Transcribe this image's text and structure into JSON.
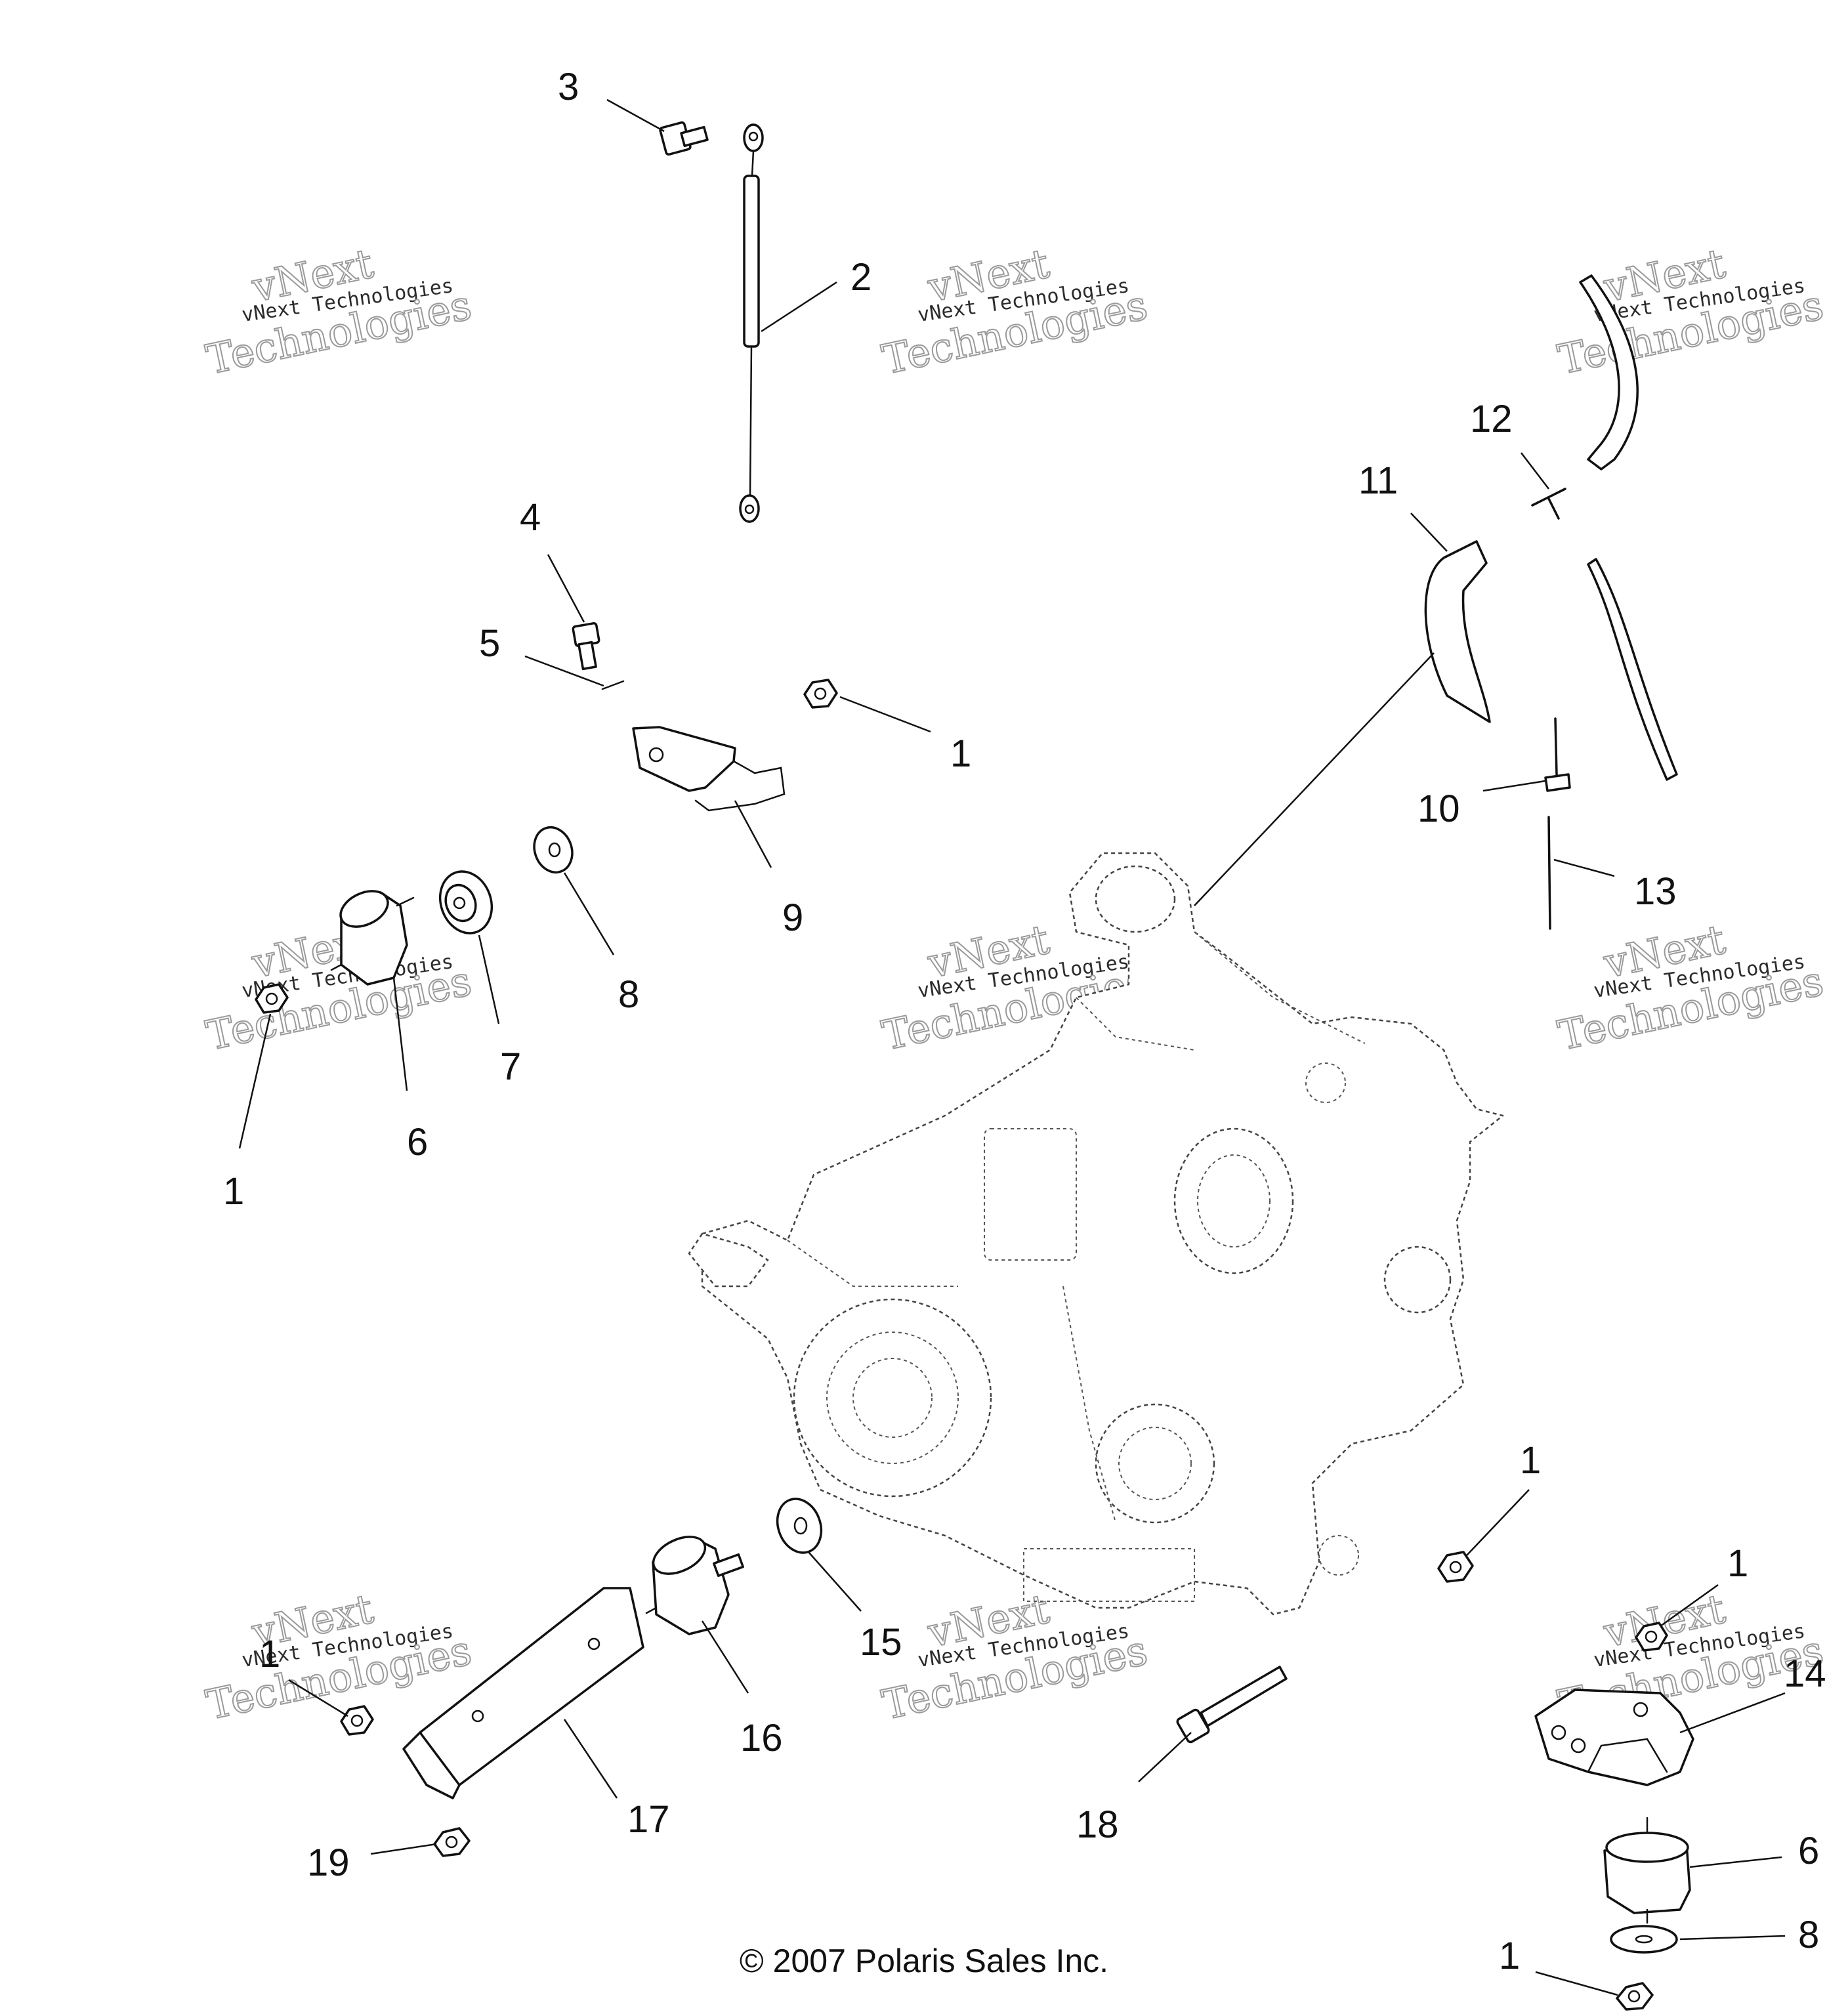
{
  "callouts": [
    {
      "id": "c3",
      "text": "3"
    },
    {
      "id": "c2",
      "text": "2"
    },
    {
      "id": "c4",
      "text": "4"
    },
    {
      "id": "c5",
      "text": "5"
    },
    {
      "id": "c1a",
      "text": "1"
    },
    {
      "id": "c9",
      "text": "9"
    },
    {
      "id": "c8a",
      "text": "8"
    },
    {
      "id": "c7",
      "text": "7"
    },
    {
      "id": "c6a",
      "text": "6"
    },
    {
      "id": "c1b",
      "text": "1"
    },
    {
      "id": "c11",
      "text": "11"
    },
    {
      "id": "c12",
      "text": "12"
    },
    {
      "id": "c10",
      "text": "10"
    },
    {
      "id": "c13",
      "text": "13"
    },
    {
      "id": "c1c",
      "text": "1"
    },
    {
      "id": "c1d",
      "text": "1"
    },
    {
      "id": "c14",
      "text": "14"
    },
    {
      "id": "c6b",
      "text": "6"
    },
    {
      "id": "c8b",
      "text": "8"
    },
    {
      "id": "c1e",
      "text": "1"
    },
    {
      "id": "c15",
      "text": "15"
    },
    {
      "id": "c16",
      "text": "16"
    },
    {
      "id": "c17",
      "text": "17"
    },
    {
      "id": "c1f",
      "text": "1"
    },
    {
      "id": "c19",
      "text": "19"
    },
    {
      "id": "c18",
      "text": "18"
    }
  ],
  "watermark": {
    "line1": "vNext Technologies",
    "line2": "vNext",
    "line3": "Technologies"
  },
  "copyright": "© 2007 Polaris Sales Inc."
}
